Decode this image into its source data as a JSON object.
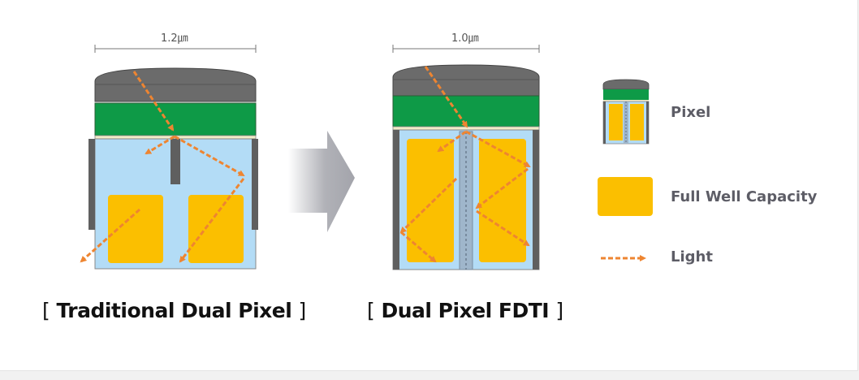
{
  "left": {
    "dimension": "1.2㎛",
    "caption_open": "[",
    "caption": "Traditional Dual Pixel",
    "caption_close": "]"
  },
  "right": {
    "dimension": "1.0㎛",
    "caption_open": "[",
    "caption": "Dual Pixel FDTI",
    "caption_close": "]"
  },
  "legend": {
    "pixel": "Pixel",
    "full_well": "Full Well Capacity",
    "light": "Light"
  },
  "colors": {
    "lens": "#6b6b6b",
    "filter": "#0e9a47",
    "silicon": "#b3dcf6",
    "well": "#fbbf00",
    "wall": "#5f5f5f",
    "light": "#ee8531",
    "arrow": "#a3a4ab"
  }
}
